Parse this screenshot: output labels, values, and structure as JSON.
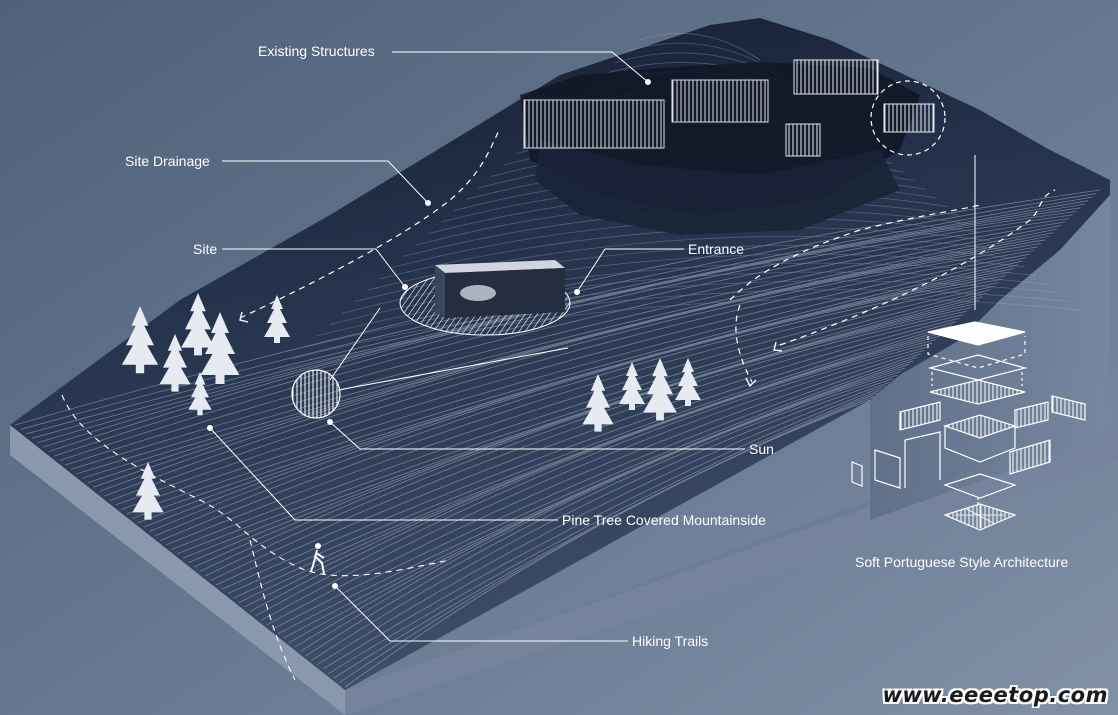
{
  "labels": {
    "existing_structures": "Existing Structures",
    "site_drainage": "Site Drainage",
    "site": "Site",
    "entrance": "Entrance",
    "sun": "Sun",
    "pine_trees": "Pine Tree Covered Mountainside",
    "architecture": "Soft Portuguese Style Architecture",
    "hiking_trails": "Hiking Trails"
  },
  "watermark": "www.eeeetop.com",
  "colors": {
    "background": "#5a6b85",
    "terrain": "#2b3a55",
    "ink": "#ffffff"
  }
}
